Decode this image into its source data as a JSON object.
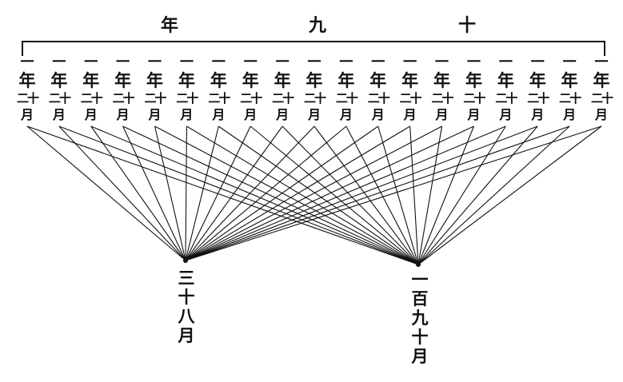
{
  "title": {
    "chars": [
      "年",
      "九",
      "十"
    ]
  },
  "columns": {
    "count": 19,
    "lines": [
      "一",
      "年",
      "二十",
      "月"
    ]
  },
  "vertices": {
    "left": [
      "三",
      "十",
      "八",
      "月"
    ],
    "right": [
      "一",
      "百",
      "九",
      "十",
      "月"
    ]
  },
  "colors": {
    "ink": "#111111"
  }
}
